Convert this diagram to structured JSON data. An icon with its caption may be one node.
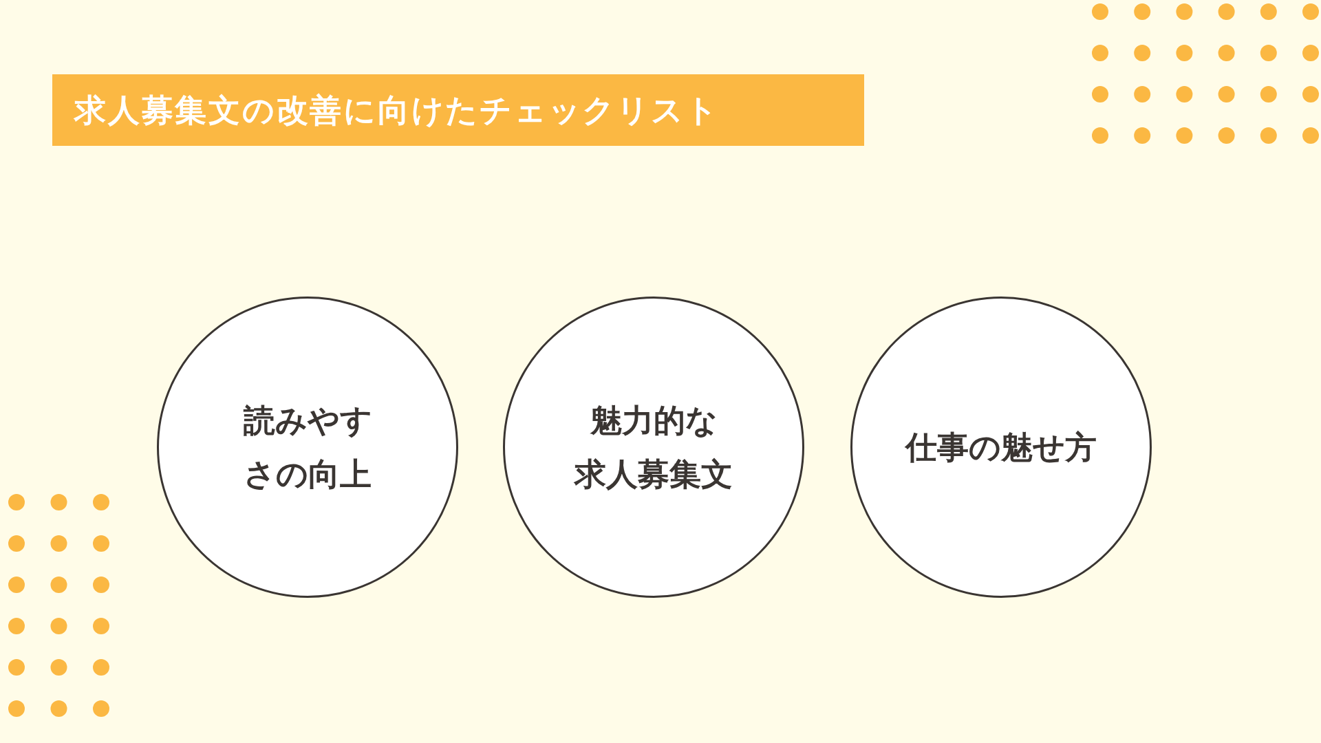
{
  "diagram": {
    "title": "求人募集文の改善に向けたチェックリスト",
    "nodes": [
      {
        "text": [
          "読みやすさの向上"
        ]
      },
      {
        "text": [
          "魅力的な求人募集文"
        ]
      },
      {
        "text": [
          "仕事の魅せ方"
        ]
      }
    ]
  }
}
